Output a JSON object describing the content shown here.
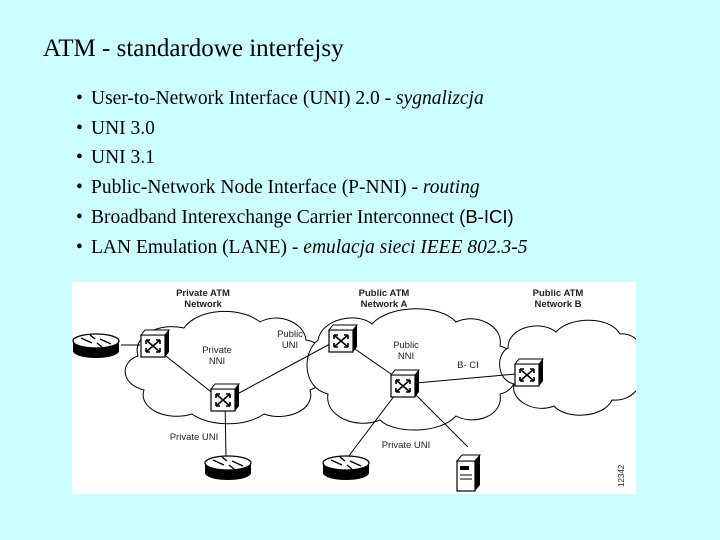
{
  "title": "ATM - standardowe interfejsy",
  "bullets": [
    {
      "text": "User-to-Network Interface (UNI) 2.0 - ",
      "italic": "sygnalizcja",
      "sans": ""
    },
    {
      "text": "UNI 3.0",
      "italic": "",
      "sans": ""
    },
    {
      "text": "UNI 3.1",
      "italic": "",
      "sans": ""
    },
    {
      "text": "Public-Network Node Interface (P-NNI) - ",
      "italic": "routing",
      "sans": ""
    },
    {
      "text": "Broadband Interexchange Carrier Interconnect ",
      "italic": "",
      "sans": "(B-ICI)"
    },
    {
      "text": "LAN Emulation (LANE) - ",
      "italic": "emulacja sieci IEEE 802.3-5",
      "sans": ""
    }
  ],
  "bullet_char": "•",
  "diagram": {
    "clouds": [
      {
        "label_line1": "Private ATM",
        "label_line2": "Network"
      },
      {
        "label_line1": "Public ATM",
        "label_line2": "Network A"
      },
      {
        "label_line1": "Public ATM",
        "label_line2": "Network B"
      }
    ],
    "labels": {
      "private_nni_1": "Private",
      "private_nni_2": "NNI",
      "public_uni_1": "Public",
      "public_uni_2": "UNI",
      "public_nni_1": "Public",
      "public_nni_2": "NNI",
      "bici": "B- CI",
      "private_uni_left": "Private UNI",
      "private_uni_right": "Private UNI",
      "figure_number": "12342"
    },
    "icons": [
      "router-icon",
      "atm-switch-icon",
      "atm-switch-icon",
      "atm-switch-icon",
      "atm-switch-icon",
      "atm-switch-icon",
      "router-icon",
      "router-icon",
      "server-icon"
    ]
  }
}
